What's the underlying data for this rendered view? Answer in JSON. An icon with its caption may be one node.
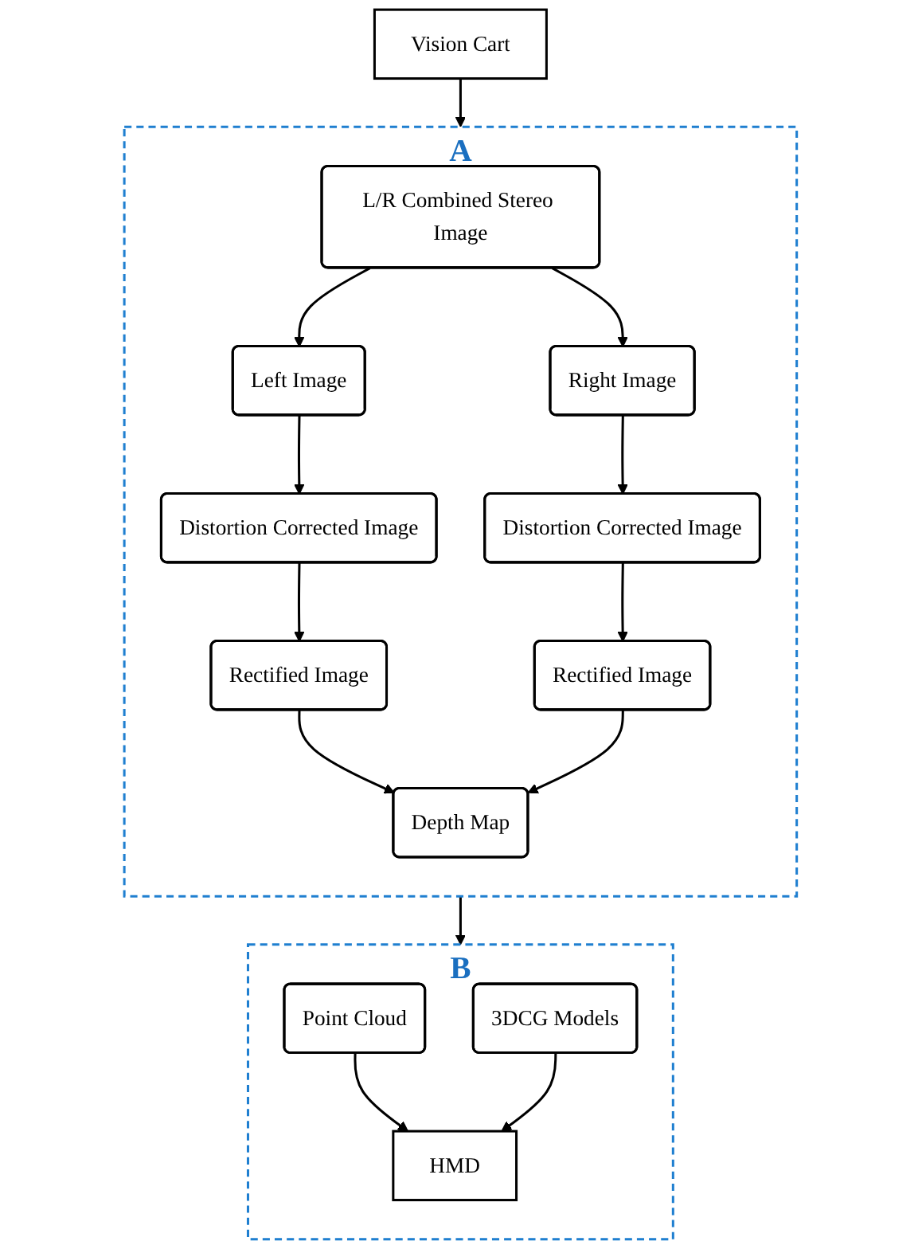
{
  "diagram": {
    "nodes": [
      {
        "text": [
          "Vision Cart"
        ]
      },
      {
        "text": [
          "A"
        ]
      },
      {
        "text": [
          "L/R Combined Stereo Image"
        ],
        "in": 1
      },
      {
        "text": [
          "Left Image"
        ],
        "in": 1
      },
      {
        "text": [
          "Right Image"
        ],
        "in": 1
      },
      {
        "text": [
          "Distortion Corrected Image"
        ],
        "in": 1
      },
      {
        "text": [
          "Distortion Corrected Image"
        ],
        "in": 1
      },
      {
        "text": [
          "Rectified Image"
        ],
        "in": 1
      },
      {
        "text": [
          "Rectified Image"
        ],
        "in": 1
      },
      {
        "text": [
          "Depth Map"
        ],
        "in": 1
      },
      {
        "text": [
          "B"
        ]
      },
      {
        "text": [
          "Point Cloud"
        ],
        "in": 10
      },
      {
        "text": [
          "HMD"
        ],
        "in": 10
      },
      {
        "text": [
          "3DCG Models"
        ],
        "in": 10
      }
    ],
    "edges": [
      {
        "from": 0,
        "to": 1,
        "arrow": "to"
      },
      {
        "from": 2,
        "to": 3,
        "arrow": "to"
      },
      {
        "from": 2,
        "to": 4,
        "arrow": "to"
      },
      {
        "from": 3,
        "to": 5,
        "arrow": "to"
      },
      {
        "from": 4,
        "to": 6,
        "arrow": "to"
      },
      {
        "from": 5,
        "to": 7,
        "arrow": "to"
      },
      {
        "from": 6,
        "to": 8,
        "arrow": "to"
      },
      {
        "from": 7,
        "to": 9,
        "arrow": "to"
      },
      {
        "from": 8,
        "to": 9,
        "arrow": "to"
      },
      {
        "from": 1,
        "to": 10,
        "arrow": "to"
      },
      {
        "from": 11,
        "to": 12,
        "arrow": "to"
      },
      {
        "from": 13,
        "to": 12,
        "arrow": "to"
      }
    ]
  }
}
